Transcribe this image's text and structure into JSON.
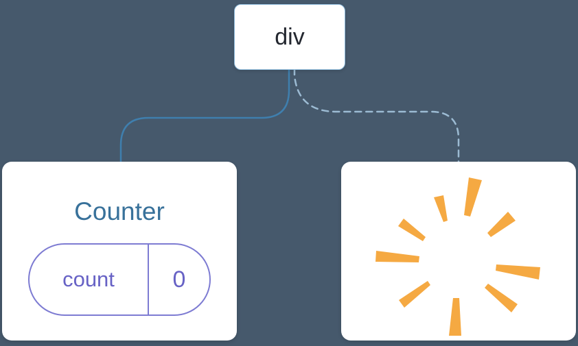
{
  "canvas": {
    "description": "React render tree diagram: a div root with a Counter component (solid edge) and a removed component shown as a burst (dashed edge)"
  },
  "tree": {
    "root": {
      "label": "div"
    },
    "children": [
      {
        "type": "component",
        "title": "Counter",
        "state": {
          "key": "count",
          "value": "0"
        },
        "edge": "solid"
      },
      {
        "type": "removed-component",
        "icon": "starburst-icon",
        "edge": "dashed"
      }
    ]
  },
  "colors": {
    "background": "#46596c",
    "node_bg": "#ffffff",
    "node_border": "#8fbcdd",
    "root_text": "#23272f",
    "title_text": "#38719a",
    "pill_border": "#7d7bd2",
    "pill_text": "#6762c5",
    "solid_edge": "#3f7fae",
    "dashed_edge": "#9cbbd3",
    "burst": "#f5a942"
  }
}
